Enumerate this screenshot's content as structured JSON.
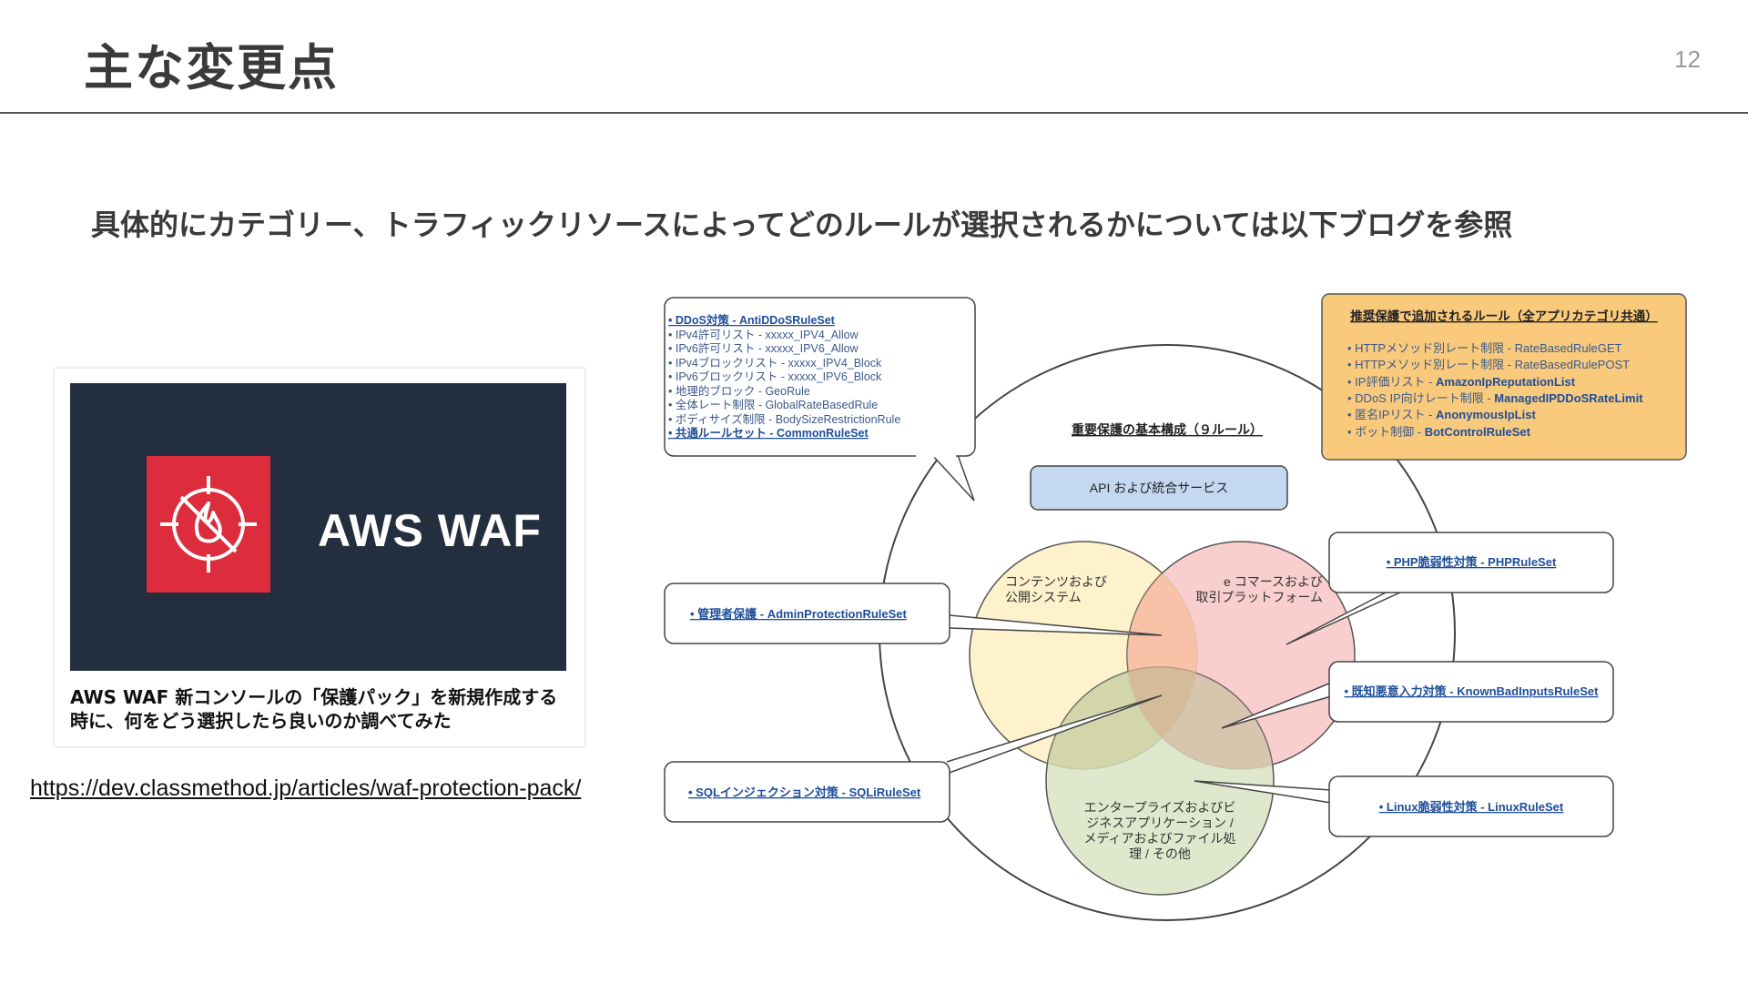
{
  "slide": {
    "title": "主な変更点",
    "page_number": "12",
    "subtitle": "具体的にカテゴリー、トラフィックリソースによってどのルールが選択されるかについては以下ブログを参照"
  },
  "blog_card": {
    "brand": "AWS WAF",
    "caption_line1": "AWS WAF 新コンソールの「保護パック」を新規作成する",
    "caption_line2": "時に、何をどう選択したら良いのか調べてみた",
    "url": "https://dev.classmethod.jp/articles/waf-protection-pack/"
  },
  "diagram": {
    "center_title": "重要保護の基本構成（９ルール）",
    "api_box": "API および統合サービス",
    "circles": {
      "content_line1": "コンテンツおよび",
      "content_line2": "公開システム",
      "ecommerce_line1": "e コマースおよび",
      "ecommerce_line2": "取引プラットフォーム",
      "enterprise_line1": "エンタープライズおよびビ",
      "enterprise_line2": "ジネスアプリケーション /",
      "enterprise_line3": "メディアおよびファイル処",
      "enterprise_line4": "理 / その他"
    },
    "base_rules": [
      "• DDoS対策 - AntiDDoSRuleSet",
      "• IPv4許可リスト - xxxxx_IPV4_Allow",
      "• IPv6許可リスト - xxxxx_IPV6_Allow",
      "• IPv4ブロックリスト - xxxxx_IPV4_Block",
      "• IPv6ブロックリスト - xxxxx_IPV6_Block",
      "• 地理的ブロック - GeoRule",
      "• 全体レート制限 - GlobalRateBasedRule",
      "• ボディサイズ制限 - BodySizeRestrictionRule",
      "• 共通ルールセット - CommonRuleSet"
    ],
    "recommended": {
      "title": "推奨保護で追加されるルール（全アプリカテゴリ共通）",
      "items": [
        {
          "label": "• HTTPメソッド別レート制限 - ",
          "rule": "RateBasedRuleGET"
        },
        {
          "label": "• HTTPメソッド別レート制限 - ",
          "rule": "RateBasedRulePOST"
        },
        {
          "label": "• IP評価リスト - ",
          "rule": "AmazonIpReputationList"
        },
        {
          "label": "• DDoS IP向けレート制限 - ",
          "rule": "ManagedIPDDoSRateLimit"
        },
        {
          "label": "• 匿名IPリスト - ",
          "rule": "AnonymousIpList"
        },
        {
          "label": "• ボット制御 - ",
          "rule": "BotControlRuleSet"
        }
      ]
    },
    "callouts": {
      "admin": "• 管理者保護 - AdminProtectionRuleSet",
      "sqli": "• SQLインジェクション対策 - SQLiRuleSet",
      "php": "• PHP脆弱性対策 - PHPRuleSet",
      "known_bad": "• 既知悪意入力対策 - KnownBadInputsRuleSet",
      "linux": "• Linux脆弱性対策 - LinuxRuleSet"
    },
    "colors": {
      "content_circle": "#fdf2cc",
      "ecommerce_circle": "#f8c9c9",
      "enterprise_circle": "#d9e3c4",
      "api_box": "#c5d8f1",
      "recommended_box": "#f9c97c",
      "link": "#1f4e9a"
    }
  }
}
